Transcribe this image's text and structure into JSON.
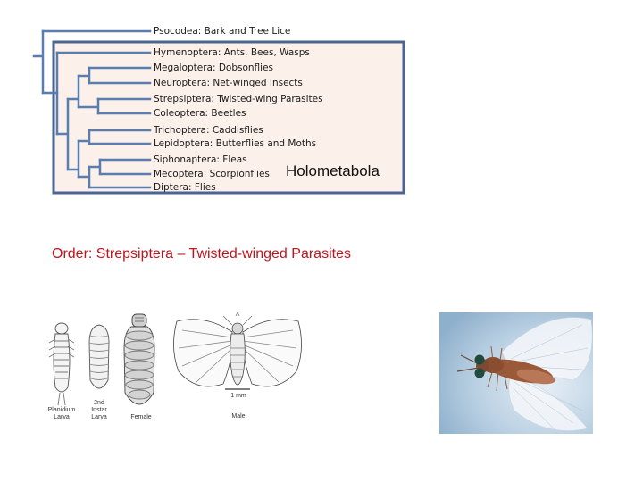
{
  "tree": {
    "taxa": [
      {
        "id": "psocodea",
        "label": "Psocodea: Bark and Tree Lice"
      },
      {
        "id": "hymenoptera",
        "label": "Hymenoptera: Ants, Bees, Wasps"
      },
      {
        "id": "megaloptera",
        "label": "Megaloptera: Dobsonflies"
      },
      {
        "id": "neuroptera",
        "label": "Neuroptera: Net-winged Insects"
      },
      {
        "id": "strepsiptera",
        "label": "Strepsiptera: Twisted-wing Parasites"
      },
      {
        "id": "coleoptera",
        "label": "Coleoptera: Beetles"
      },
      {
        "id": "trichoptera",
        "label": "Trichoptera: Caddisflies"
      },
      {
        "id": "lepidoptera",
        "label": "Lepidoptera: Butterflies and Moths"
      },
      {
        "id": "siphonaptera",
        "label": "Siphonaptera: Fleas"
      },
      {
        "id": "mecoptera",
        "label": "Mecoptera: Scorpionflies"
      },
      {
        "id": "diptera",
        "label": "Diptera: Flies"
      }
    ],
    "clade_label": "Holometabola",
    "colors": {
      "branch": "#5b7cae",
      "box_border": "#4a6591",
      "box_fill": "#fbf1ea"
    }
  },
  "title": "Order: Strepsiptera – Twisted-winged Parasites",
  "figure": {
    "captions": {
      "planidium": "Planidium\nLarva",
      "second_instar": "2nd\nInstar\nLarva",
      "female": "Female",
      "male": "Male",
      "scale": "1 mm"
    }
  },
  "photo": {
    "subject": "strepsiptera-male-specimen",
    "colors": {
      "background": "#a9c4dc",
      "body": "#9a5a3a",
      "eyes": "#1f4a3c"
    }
  }
}
